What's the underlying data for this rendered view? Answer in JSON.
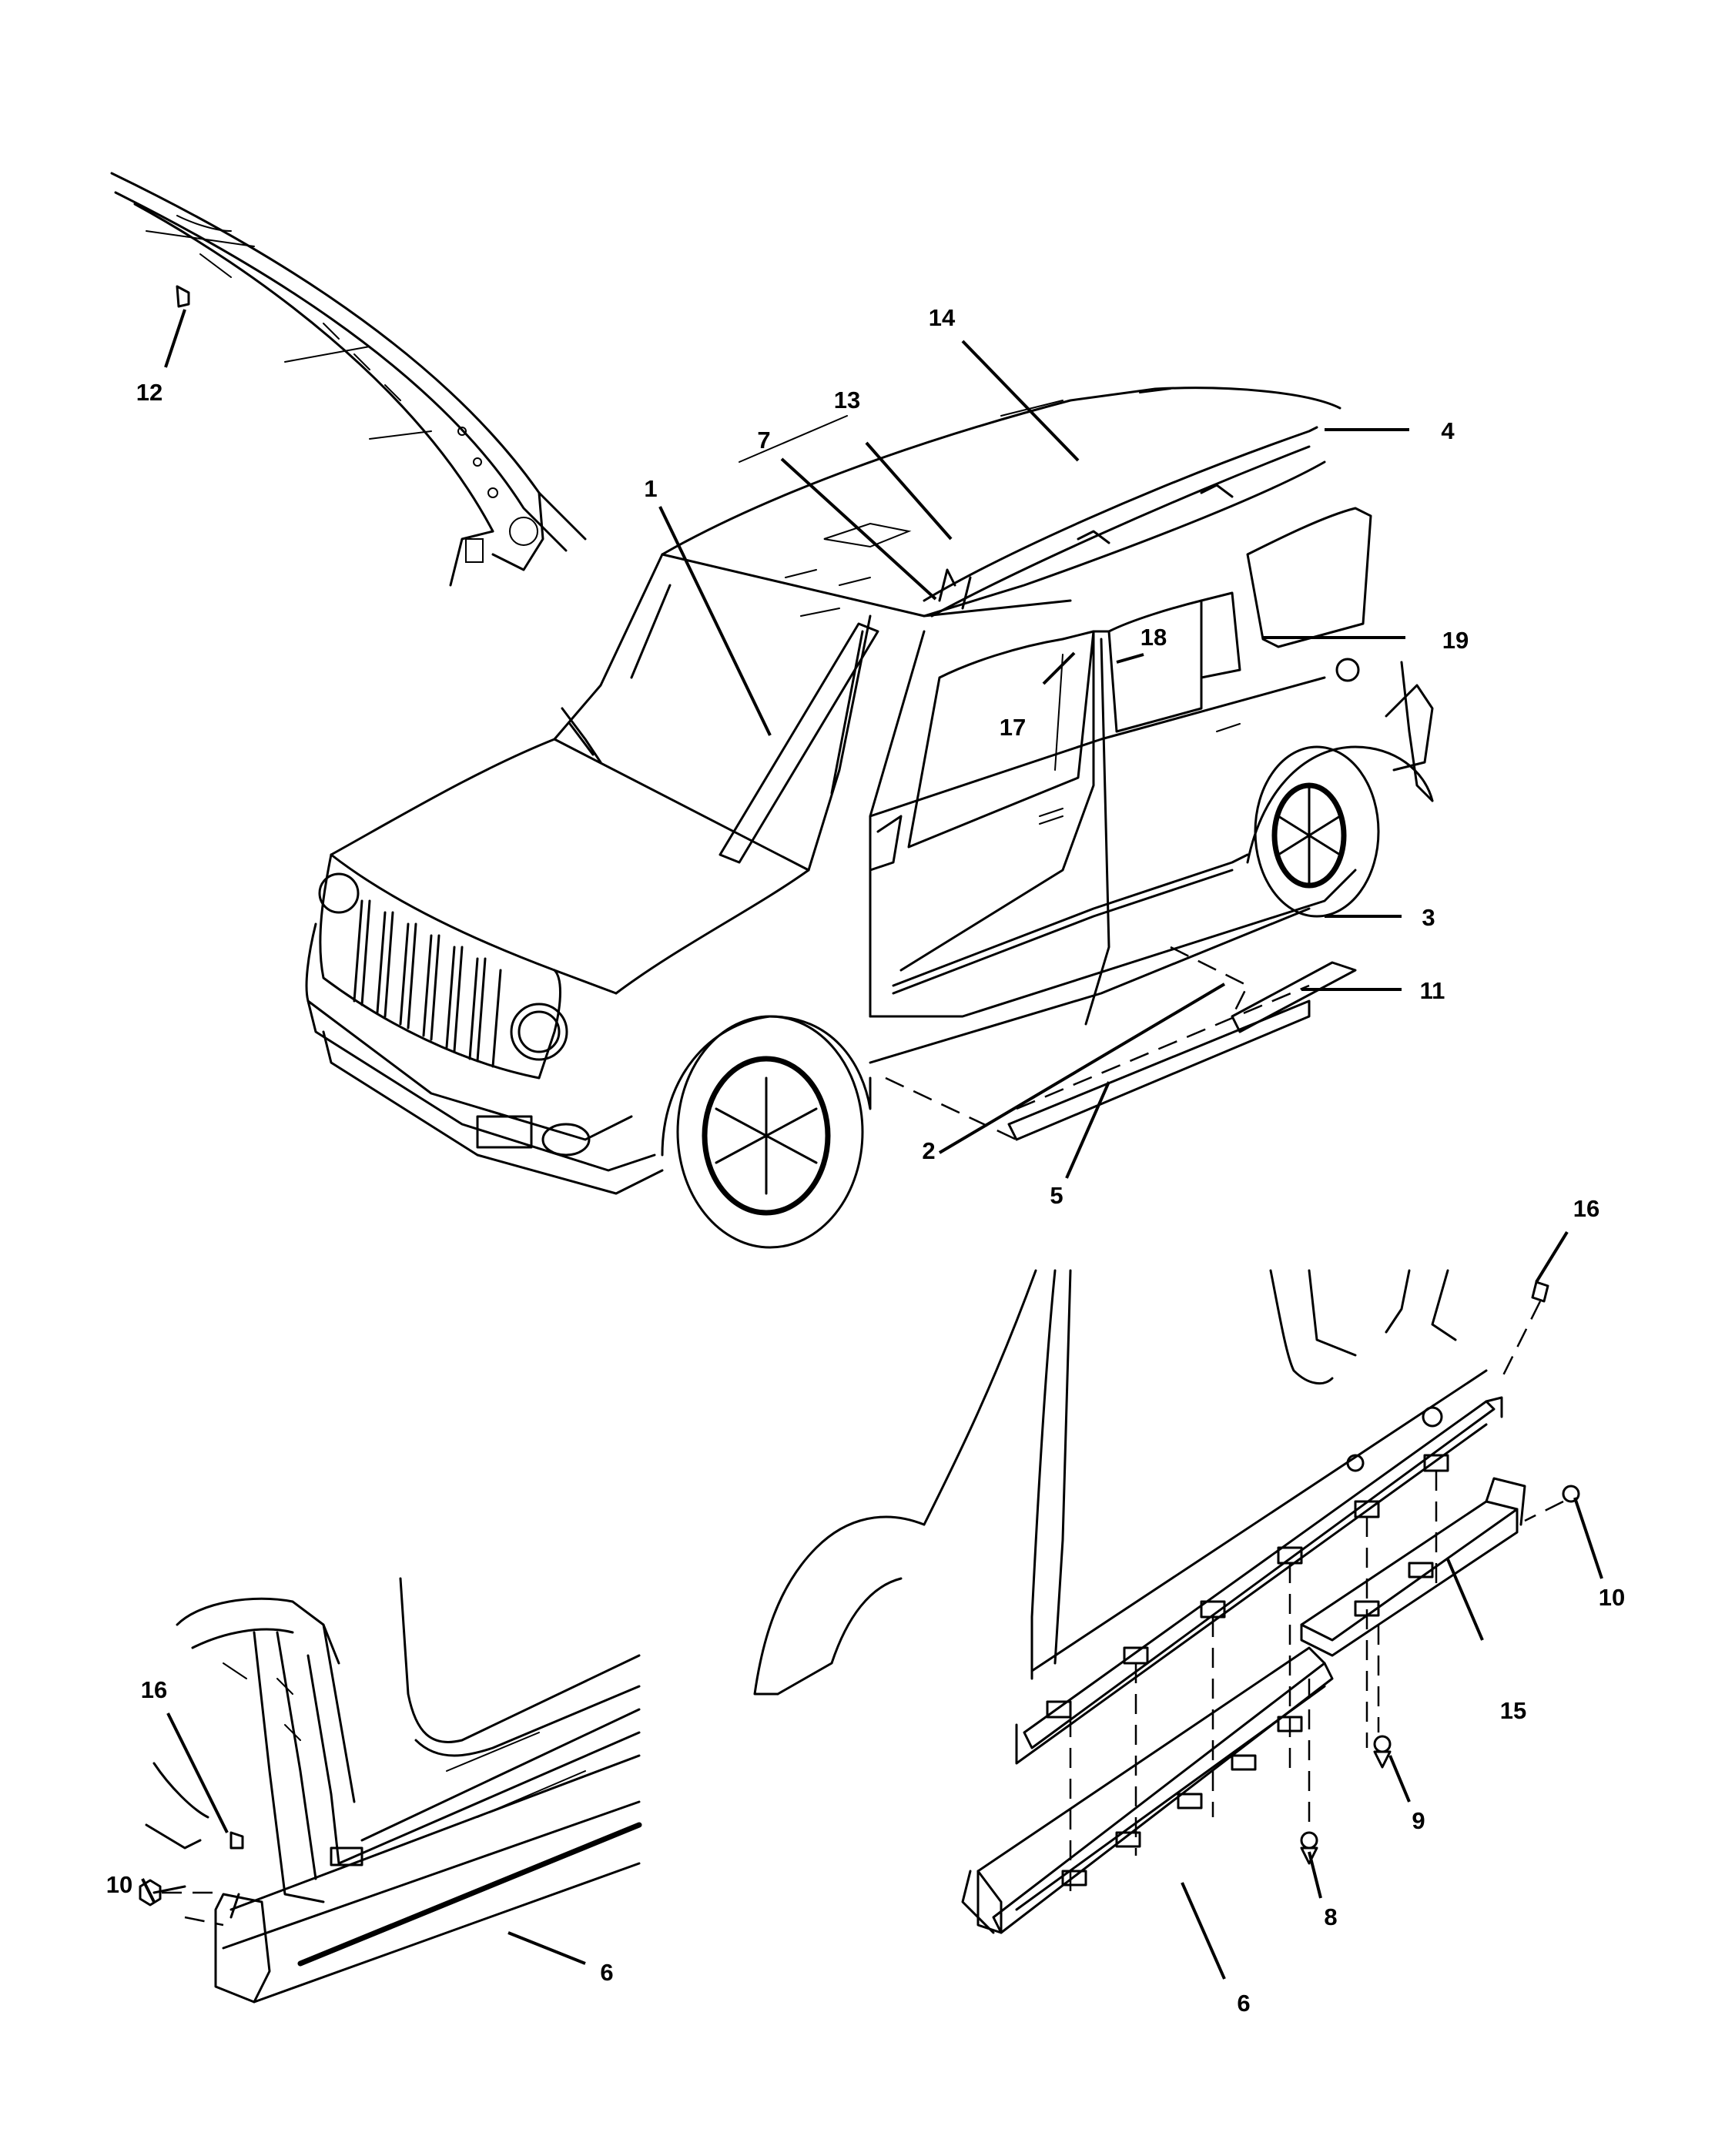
{
  "diagram": {
    "callouts": [
      {
        "id": "c1",
        "text": "1"
      },
      {
        "id": "c2",
        "text": "2"
      },
      {
        "id": "c3",
        "text": "3"
      },
      {
        "id": "c4",
        "text": "4"
      },
      {
        "id": "c5",
        "text": "5"
      },
      {
        "id": "c6a",
        "text": "6"
      },
      {
        "id": "c6b",
        "text": "6"
      },
      {
        "id": "c7",
        "text": "7"
      },
      {
        "id": "c8",
        "text": "8"
      },
      {
        "id": "c9",
        "text": "9"
      },
      {
        "id": "c10a",
        "text": "10"
      },
      {
        "id": "c10b",
        "text": "10"
      },
      {
        "id": "c11",
        "text": "11"
      },
      {
        "id": "c12",
        "text": "12"
      },
      {
        "id": "c13",
        "text": "13"
      },
      {
        "id": "c14",
        "text": "14"
      },
      {
        "id": "c15",
        "text": "15"
      },
      {
        "id": "c16a",
        "text": "16"
      },
      {
        "id": "c16b",
        "text": "16"
      },
      {
        "id": "c17",
        "text": "17"
      },
      {
        "id": "c18",
        "text": "18"
      },
      {
        "id": "c19",
        "text": "19"
      }
    ],
    "colors": {
      "ink": "#000000",
      "paper": "#ffffff"
    }
  }
}
